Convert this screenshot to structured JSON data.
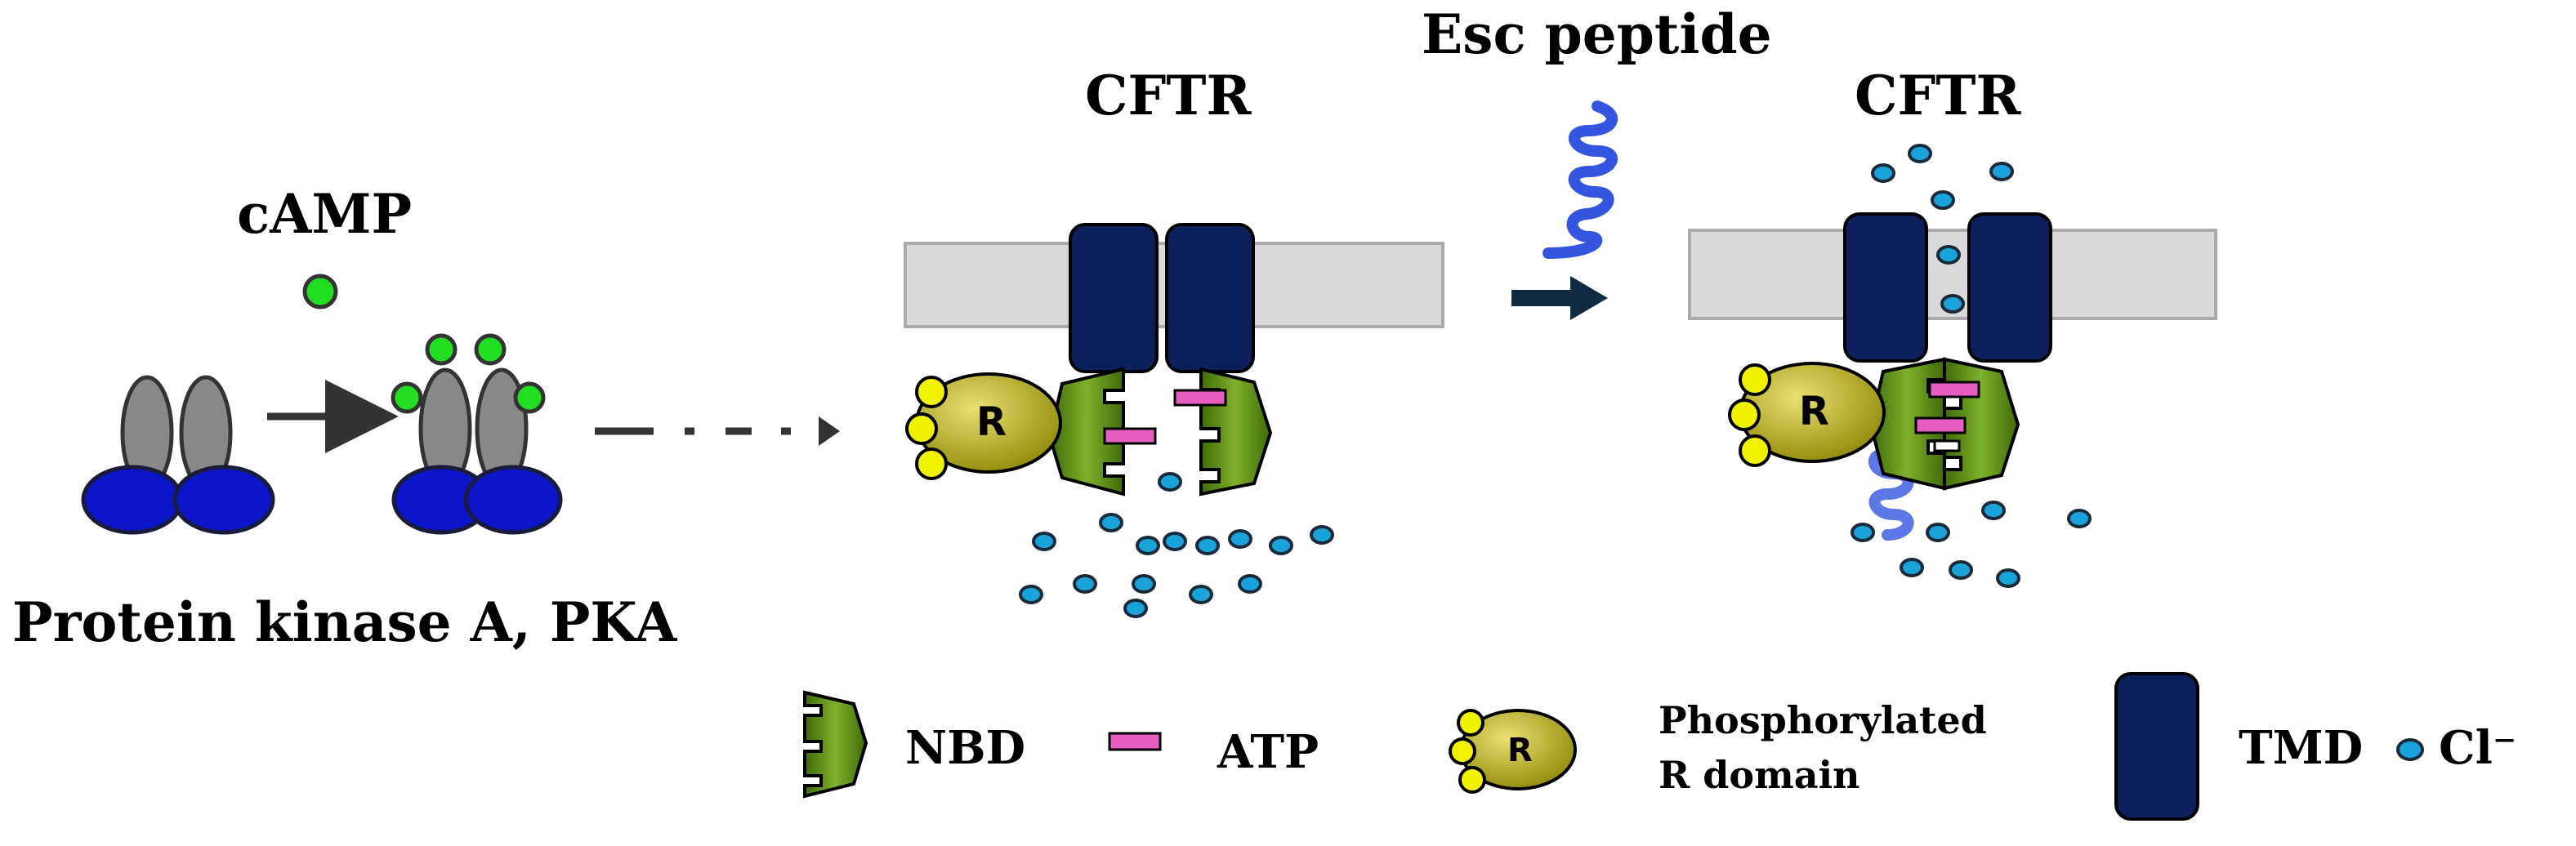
{
  "labels": {
    "camp": "cAMP",
    "pka": "Protein kinase A, PKA",
    "cftr_left": "CFTR",
    "cftr_right": "CFTR",
    "esc_peptide": "Esc peptide",
    "r_letter": "R"
  },
  "legend": {
    "nbd": "NBD",
    "atp": "ATP",
    "r_letter": "R",
    "r_domain_line1": "Phosphorylated",
    "r_domain_line2": "R domain",
    "tmd": "TMD",
    "cl": "Cl⁻"
  },
  "colors": {
    "membrane": "#d9d9d9",
    "tmd": "#0d1f5c",
    "nbd": "#5f8a14",
    "r_domain": "#a89c0e",
    "phosphate": "#f2f200",
    "atp": "#e65fc0",
    "chloride": "#1aa3d9",
    "camp": "#22dd22",
    "pka_regulatory": "#888888",
    "pka_catalytic": "#0a14c8",
    "peptide": "#3355e0",
    "arrow": "#333333",
    "arrow_esc": "#102a3f"
  }
}
